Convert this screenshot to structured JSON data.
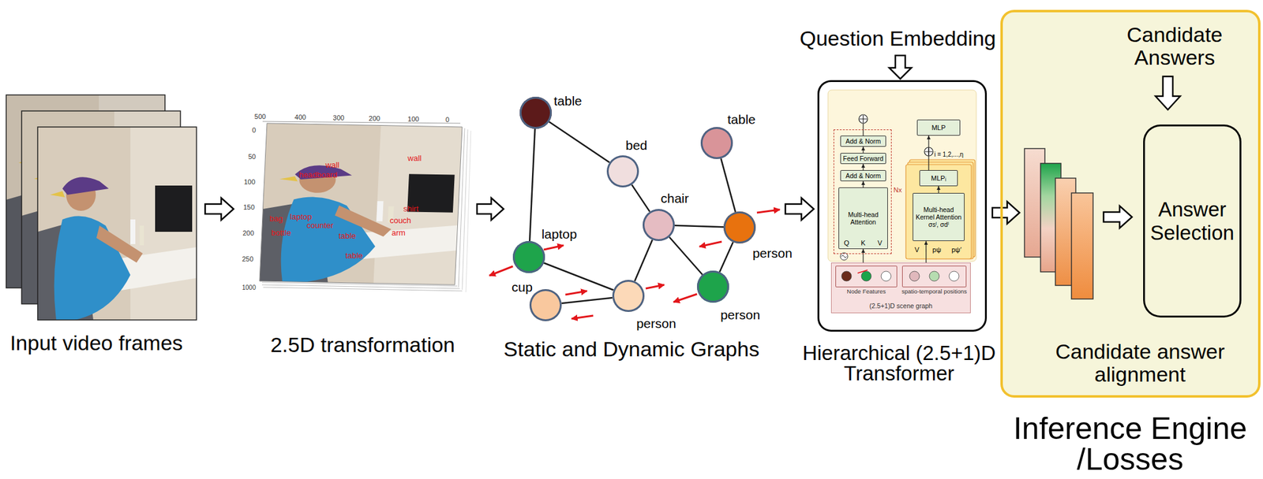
{
  "diagram": {
    "nodes": [
      {
        "text": [
          "table"
        ]
      },
      {
        "text": [
          "bed"
        ]
      },
      {
        "text": [
          "chair"
        ]
      },
      {
        "text": [
          "table"
        ]
      },
      {
        "text": [
          "laptop"
        ]
      },
      {
        "text": [
          "person"
        ]
      },
      {
        "text": [
          "person"
        ]
      },
      {
        "text": [
          "cup"
        ]
      },
      {
        "text": [
          "person"
        ]
      },
      {
        "text": [
          "Hierarchical (2.5+1)D Transformer"
        ]
      },
      {
        "text": [
          "Nx"
        ],
        "in": 9
      },
      {
        "text": [
          "Add & Norm"
        ],
        "in": 10
      },
      {
        "text": [
          "Feed Forward"
        ],
        "in": 10
      },
      {
        "text": [
          "Add & Norm"
        ],
        "in": 10
      },
      {
        "text": [
          "Multi-head Attention"
        ],
        "in": 10
      },
      {
        "text": [
          "MLP"
        ],
        "in": 9
      },
      {
        "text": [
          "MLPᵢ"
        ],
        "in": 9
      },
      {
        "text": [
          "Multi-head Kernel Attention",
          "σsˡ, σdˡ"
        ],
        "in": 9
      },
      {
        "text": [
          "(2.5+1)D scene graph"
        ],
        "in": 9
      },
      {
        "text": [
          "Node Features"
        ],
        "in": 18
      },
      {
        "text": [
          "spatio-temporal positions"
        ],
        "in": 18
      },
      {
        "text": [
          "Candidate Answers",
          "Candidate answer alignment",
          "Inference Engine /Losses"
        ]
      },
      {
        "text": [
          "Answer Selection"
        ],
        "in": 21
      }
    ],
    "edges": [
      {
        "from": 0,
        "to": 4,
        "arrow": "none"
      },
      {
        "from": 0,
        "to": 1,
        "arrow": "none"
      },
      {
        "from": 1,
        "to": 2,
        "arrow": "none"
      },
      {
        "from": 2,
        "to": 5,
        "arrow": "none"
      },
      {
        "from": 2,
        "to": 8,
        "arrow": "none"
      },
      {
        "from": 2,
        "to": 6,
        "arrow": "none"
      },
      {
        "from": 3,
        "to": 5,
        "arrow": "none"
      },
      {
        "from": 5,
        "to": 6,
        "arrow": "none"
      },
      {
        "from": 4,
        "to": 8,
        "arrow": "none"
      },
      {
        "from": 7,
        "to": 8,
        "arrow": "none"
      },
      {
        "from": 14,
        "to": 13,
        "arrow": "to"
      },
      {
        "from": 13,
        "to": 12,
        "arrow": "to"
      },
      {
        "from": 12,
        "to": 11,
        "arrow": "to"
      },
      {
        "from": 17,
        "to": 16,
        "arrow": "to"
      },
      {
        "from": 16,
        "to": 15,
        "arrow": "to"
      },
      {
        "from": 18,
        "to": 14,
        "arrow": "to"
      },
      {
        "from": 18,
        "to": 17,
        "arrow": "to"
      }
    ],
    "labels": [
      "Input video frames",
      "2.5D transformation",
      "Static and Dynamic Graphs",
      "Question Embedding",
      "500",
      "400",
      "300",
      "200",
      "100",
      "0",
      "0",
      "50",
      "100",
      "150",
      "200",
      "250",
      "1000",
      "wall",
      "headboard",
      "bag",
      "laptop",
      "bottle",
      "counter",
      "table",
      "wall",
      "shirt",
      "couch",
      "arm",
      "table",
      "Q",
      "K",
      "V",
      "V",
      "pψ",
      "pψ′",
      "i = 1,2,...,η"
    ]
  }
}
